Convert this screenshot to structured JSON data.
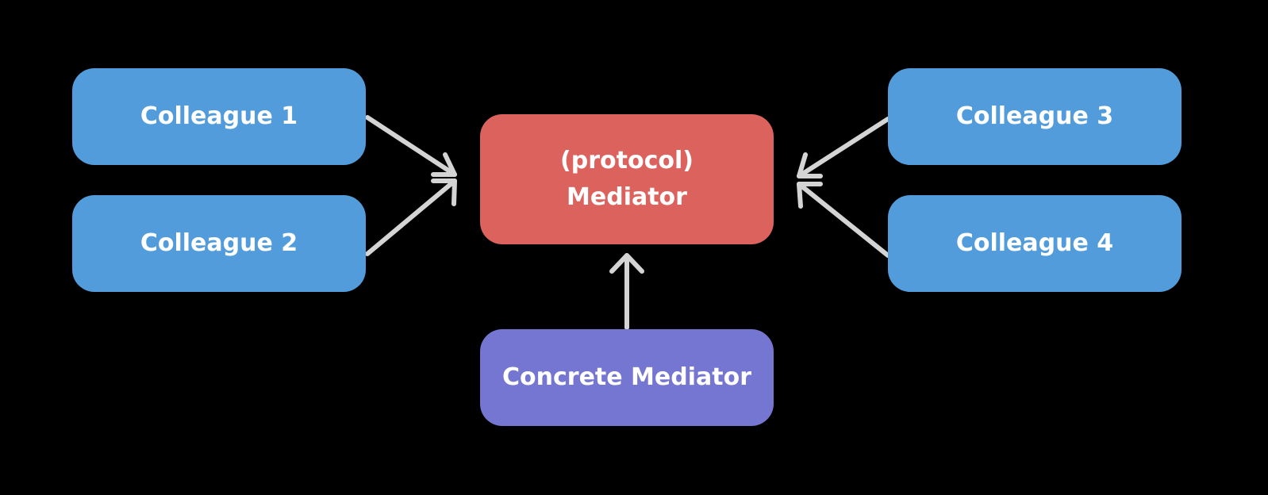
{
  "diagram": {
    "colleagues": [
      {
        "label": "Colleague 1"
      },
      {
        "label": "Colleague 2"
      },
      {
        "label": "Colleague 3"
      },
      {
        "label": "Colleague 4"
      }
    ],
    "mediator": {
      "line1": "(protocol)",
      "line2": "Mediator"
    },
    "concrete_mediator": {
      "label": "Concrete Mediator"
    },
    "colors": {
      "background": "#000000",
      "colleague": "#529cdb",
      "mediator": "#dc625e",
      "concrete_mediator": "#7576d1",
      "arrow": "#d4d4d4",
      "text": "#ffffff"
    }
  }
}
